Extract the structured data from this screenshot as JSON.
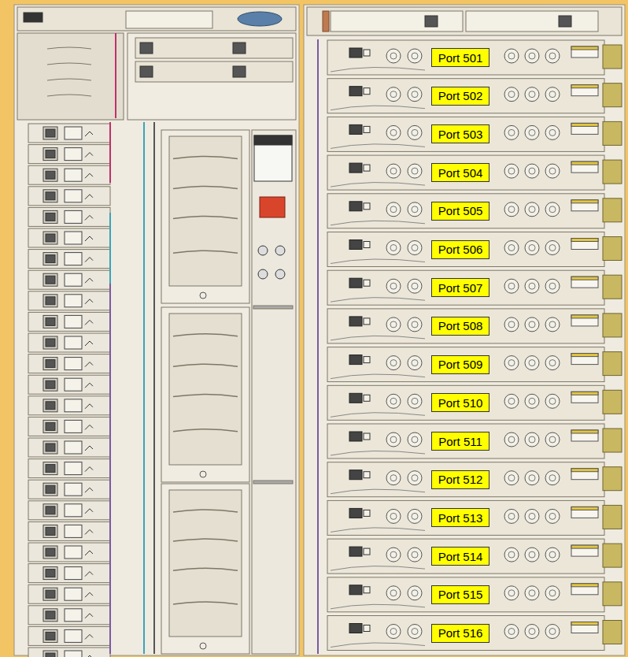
{
  "diagram": {
    "nodes": [
      {
        "text": [
          "Port 501"
        ]
      },
      {
        "text": [
          "Port 502"
        ]
      },
      {
        "text": [
          "Port 503"
        ]
      },
      {
        "text": [
          "Port 504"
        ]
      },
      {
        "text": [
          "Port 505"
        ]
      },
      {
        "text": [
          "Port 506"
        ]
      },
      {
        "text": [
          "Port 507"
        ]
      },
      {
        "text": [
          "Port 508"
        ]
      },
      {
        "text": [
          "Port 509"
        ]
      },
      {
        "text": [
          "Port 510"
        ]
      },
      {
        "text": [
          "Port 511"
        ]
      },
      {
        "text": [
          "Port 512"
        ]
      },
      {
        "text": [
          "Port 513"
        ]
      },
      {
        "text": [
          "Port 514"
        ]
      },
      {
        "text": [
          "Port 515"
        ]
      },
      {
        "text": [
          "Port 516"
        ]
      }
    ]
  }
}
